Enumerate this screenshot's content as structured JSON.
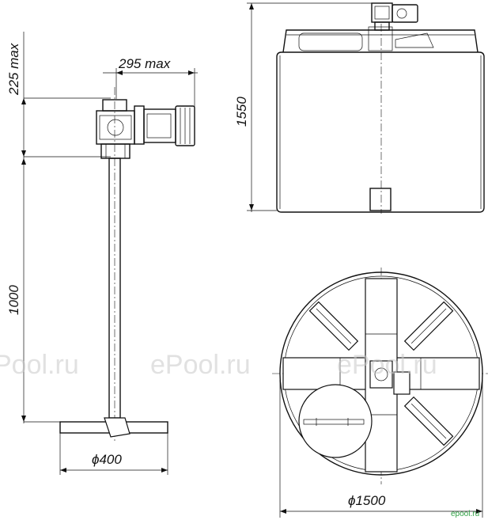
{
  "dimensions": {
    "height_top": "225 max",
    "width_drive": "295 max",
    "height_shaft": "1000",
    "height_tank": "1550",
    "diameter_impeller": "ϕ400",
    "diameter_tank": "ϕ1500"
  },
  "watermarks": [
    "Pool.ru",
    "ePool.ru",
    "ePool.ru"
  ],
  "brand": "epool.ru",
  "colors": {
    "line": "#111111",
    "watermark": "#c9c9c9",
    "brand": "#2ea043"
  }
}
